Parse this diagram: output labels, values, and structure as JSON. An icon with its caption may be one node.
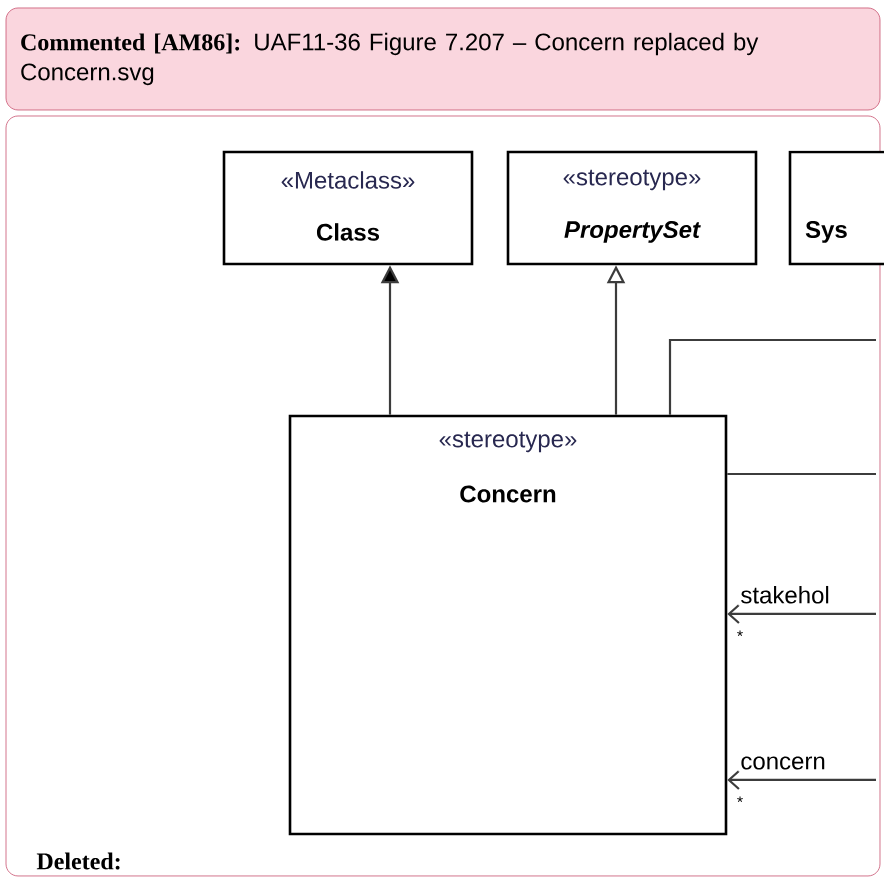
{
  "diagram": {
    "nodes": [
      {
        "text": [
          "Commented [AM86]:",
          "UAF11-36 Figure 7.207 – Concern replaced by Concern.svg"
        ]
      },
      {
        "text": [
          "Deleted:"
        ]
      },
      {
        "text": [
          "«Metaclass»",
          "Class"
        ],
        "in": 1
      },
      {
        "text": [
          "«stereotype»",
          "PropertySet"
        ],
        "in": 1
      },
      {
        "text": [
          "Sys"
        ],
        "in": 1
      },
      {
        "text": [
          "«stereotype»",
          "Concern"
        ],
        "in": 1
      }
    ],
    "edges": [
      {
        "from": 5,
        "to": 2,
        "arrow": "to"
      },
      {
        "from": 5,
        "to": 3,
        "arrow": "to"
      },
      {
        "from": 5,
        "to": null,
        "arrow": "none"
      },
      {
        "from": 5,
        "to": null,
        "arrow": "none"
      },
      {
        "from": null,
        "to": 5,
        "arrow": "to",
        "label": "stakehol"
      },
      {
        "from": null,
        "to": 5,
        "arrow": "to",
        "label": "concern"
      }
    ],
    "labels": [
      "*",
      "*"
    ]
  }
}
